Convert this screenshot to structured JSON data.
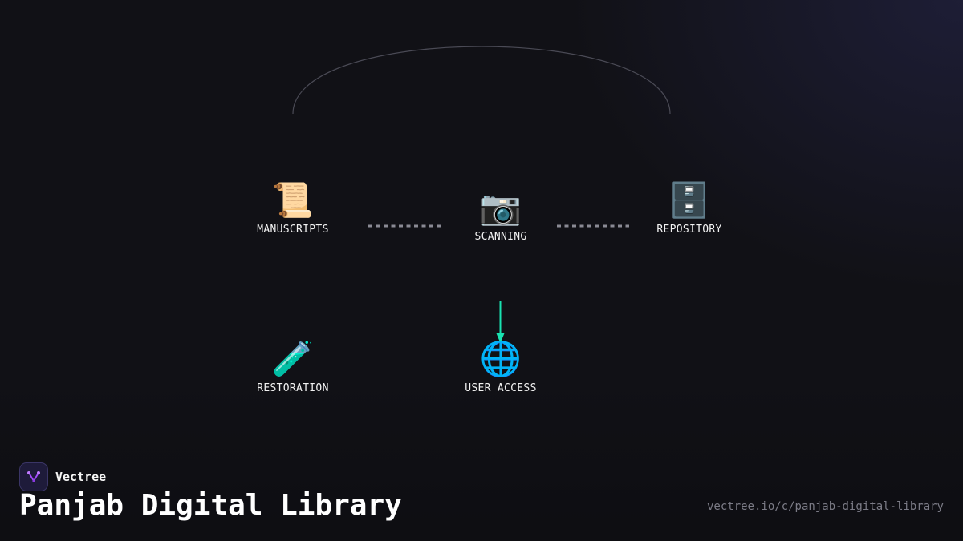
{
  "diagram": {
    "nodes": [
      {
        "id": "manuscripts",
        "label": "MANUSCRIPTS",
        "icon": "scroll-icon",
        "glyph": "📜"
      },
      {
        "id": "scanning",
        "label": "SCANNING",
        "icon": "camera-icon",
        "glyph": "📷"
      },
      {
        "id": "repository",
        "label": "REPOSITORY",
        "icon": "file-cabinet-icon",
        "glyph": "🗄️"
      },
      {
        "id": "restoration",
        "label": "RESTORATION",
        "icon": "test-tube-icon",
        "glyph": "🧪"
      },
      {
        "id": "user_access",
        "label": "USER ACCESS",
        "icon": "globe-icon",
        "glyph": "🌐"
      }
    ],
    "edges": [
      {
        "from": "manuscripts",
        "to": "scanning",
        "style": "dashed"
      },
      {
        "from": "scanning",
        "to": "repository",
        "style": "dashed"
      },
      {
        "from": "scanning",
        "to": "user_access",
        "style": "arrow"
      },
      {
        "from": "repository",
        "to": "manuscripts",
        "style": "arc"
      }
    ],
    "colors": {
      "arrow": "#19e3b1",
      "dash": "#8a8a94",
      "arc": "#4a4a55"
    }
  },
  "brand": {
    "name": "Vectree",
    "logo_icon": "vectree-logo-icon",
    "accent": "#a64dff"
  },
  "title": "Panjab Digital Library",
  "url": "vectree.io/c/panjab-digital-library"
}
